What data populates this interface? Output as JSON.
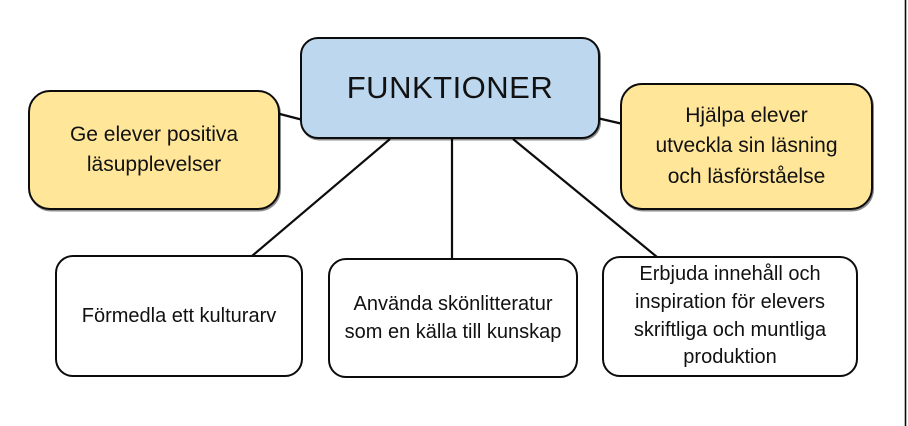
{
  "diagram": {
    "title_node": {
      "lines": [
        "FUNKTIONER"
      ]
    },
    "side_nodes": {
      "left": {
        "lines": [
          "Ge elever positiva",
          "läsupplevelser"
        ]
      },
      "right": {
        "lines": [
          "Hjälpa elever",
          "utveckla sin läsning",
          "och läsförståelse"
        ]
      }
    },
    "bottom_nodes": {
      "first": {
        "lines": [
          "Förmedla ett kulturarv"
        ]
      },
      "second": {
        "lines": [
          "Använda skönlitteratur",
          "som en källa till kunskap"
        ]
      },
      "third": {
        "lines": [
          "Erbjuda innehåll och",
          "inspiration för elevers",
          "skriftliga och muntliga",
          "produktion"
        ]
      }
    },
    "connector_count": 5
  },
  "colors": {
    "center_node_fill": "#bdd7ee",
    "side_node_fill": "#ffe699",
    "bottom_node_fill": "#ffffff",
    "border_and_lines": "#0c0c0c",
    "background": "#ffffff"
  }
}
